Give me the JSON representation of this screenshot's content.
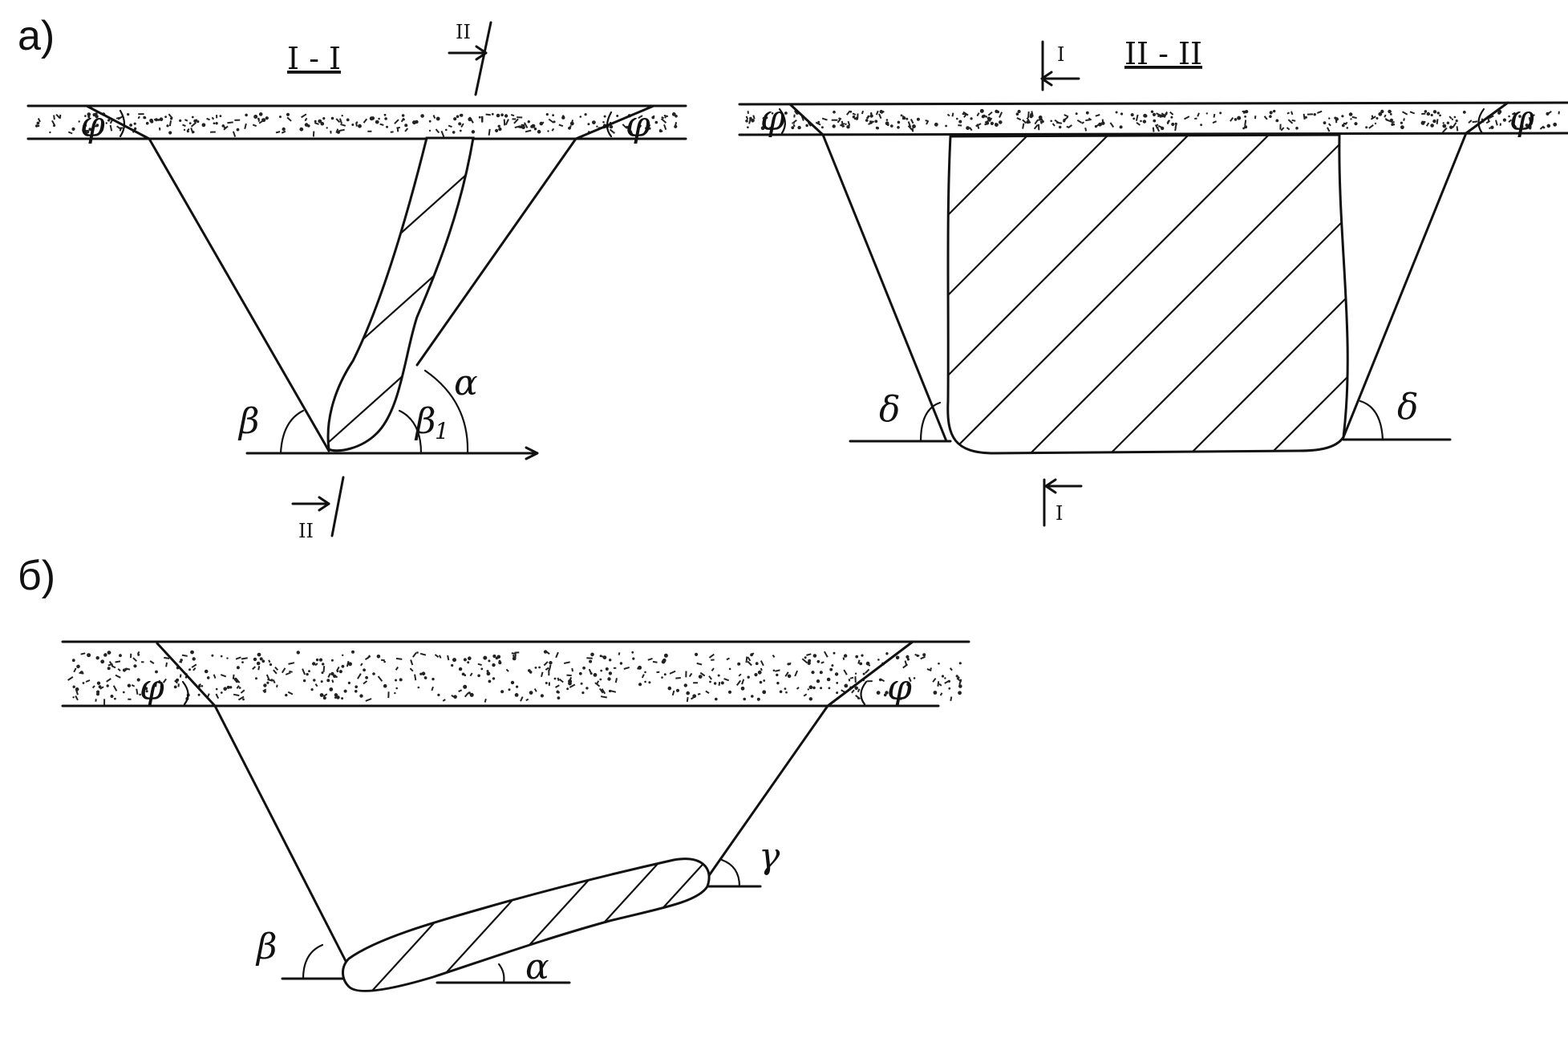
{
  "panels": {
    "a": {
      "label": "а)",
      "section_left": "I - I",
      "section_right": "II - II",
      "cut_mark_top_left": "II",
      "cut_mark_bottom_left": "II",
      "cut_mark_top_right": "I",
      "cut_mark_bottom_right": "I",
      "angles": {
        "phi": "φ",
        "beta": "β",
        "beta1_main": "β",
        "beta1_sub": "1",
        "alpha": "α",
        "delta": "δ"
      }
    },
    "b": {
      "label": "б)",
      "angles": {
        "phi": "φ",
        "beta": "β",
        "gamma": "γ",
        "alpha": "α"
      }
    }
  },
  "colors": {
    "ink": "#111111",
    "background": "#ffffff"
  }
}
